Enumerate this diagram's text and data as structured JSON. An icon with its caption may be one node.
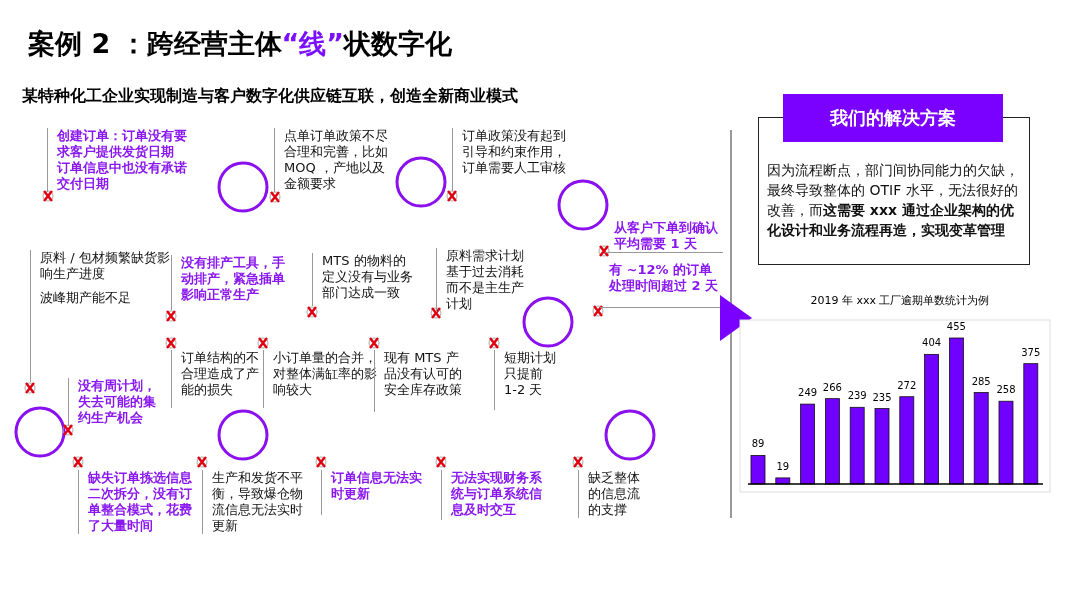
{
  "diagram": {
    "title": "案例 2 ：跨经营主体**“线”**状数字化",
    "nodes": [
      {
        "text": [
          "我们的解决方案",
          "因为流程断点，部门间协同能力的欠缺，最终导致整体的 OTIF 水平，无法很好的改善，而**这需要 xxx 通过企业架构的优化设计和业务流程再造，实现变革管理**"
        ]
      }
    ],
    "labels": [
      "某特种化工企业实现制造与客户数字化供应链互联，创造全新商业模式",
      "创建订单：订单没有要求客户提供发货日期",
      "订单信息中也没有承诺交付日期",
      "点单订单政策不尽合理和完善，比如 MOQ ，产地以及金额要求",
      "订单政策没有起到引导和约束作用，订单需要人工审核",
      "从客户下单到确认平均需要 1 天",
      "有 ~12% 的订单处理时间超过 2 天",
      "原料 / 包材频繁缺货影响生产进度",
      "波峰期产能不足",
      "没有排产工具，手动排产，紧急插单影响正常生产",
      "MTS 的物料的定义没有与业务部门达成一致",
      "原料需求计划基于过去消耗而不是主生产计划",
      "订单结构的不合理造成了产能的损失",
      "小订单量的合并，对整体满缸率的影响较大",
      "现有 MTS 产品没有认可的安全库存政策",
      "短期计划只提前 1-2 天",
      "没有周计划，失去可能的集约生产机会",
      "缺失订单拣选信息二次拆分，没有订单整合模式，花费了大量时间",
      "生产和发货不平衡，导致爆仓物流信息无法实时更新",
      "订单信息无法实时更新",
      "无法实现财务系统与订单系统信息及时交互",
      "缺乏整体的信息流的支撑"
    ],
    "chart_data": {
      "type": "bar",
      "title": "2019 年 xxx 工厂逾期单数统计为例",
      "series": [
        {
          "color": "#7000ff",
          "values": [
            89,
            19,
            249,
            266,
            239,
            235,
            272,
            404,
            455,
            285,
            258,
            375
          ]
        }
      ],
      "data_labels": true
    }
  }
}
